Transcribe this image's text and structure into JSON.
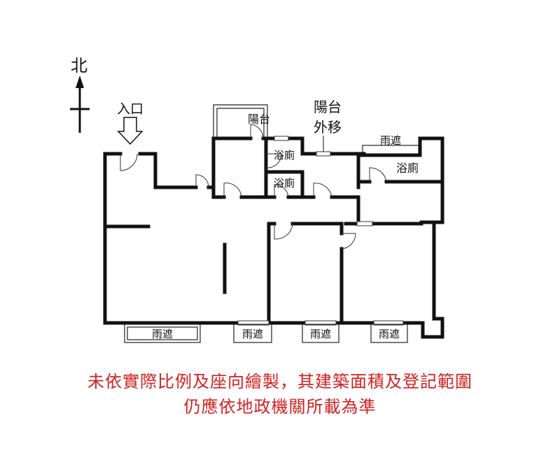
{
  "labels": {
    "north": "北",
    "entrance": "入口",
    "balcony": "陽台",
    "balcony_moved_1": "陽台",
    "balcony_moved_2": "外移",
    "bath_1": "浴廁",
    "bath_2": "浴廁",
    "bath_3": "浴廁",
    "canopy_top": "雨遮",
    "canopy_bottom": [
      "雨遮",
      "雨遮",
      "雨遮",
      "雨遮"
    ]
  },
  "notice": {
    "line1": "未依實際比例及座向繪製，其建築面積及登記範圍",
    "line2": "仍應依地政機關所載為準"
  },
  "colors": {
    "notice_text": "#d42020",
    "walls": "#111111"
  }
}
